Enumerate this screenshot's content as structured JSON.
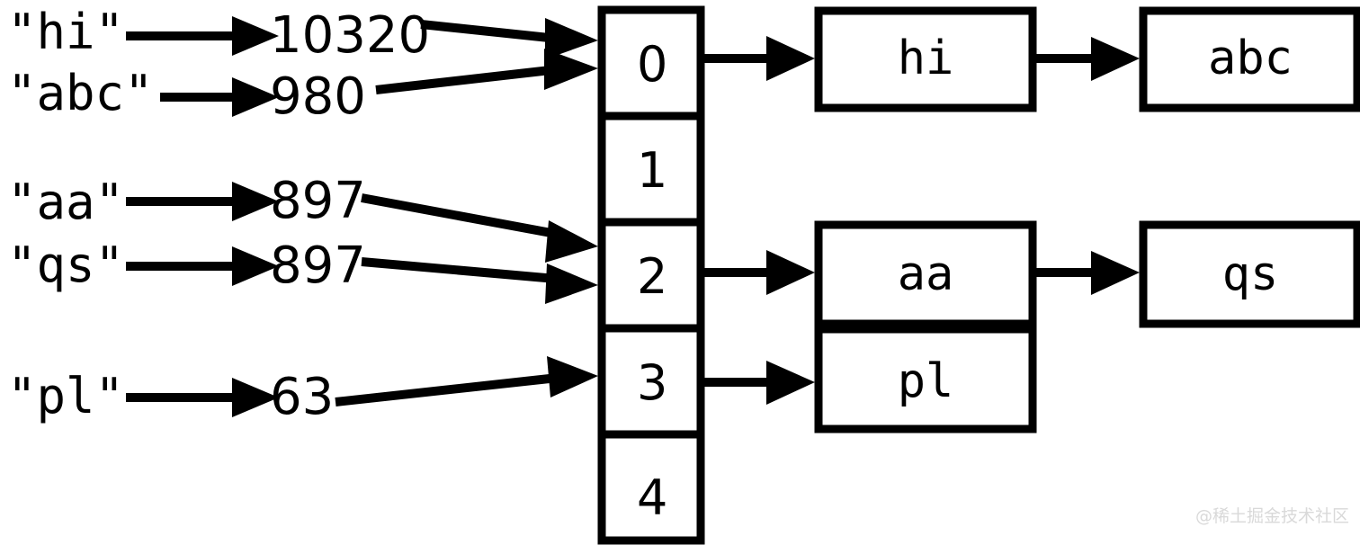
{
  "diagram": {
    "title": "hash-map-bucket-diagram",
    "colors": {
      "stroke": "#000000",
      "background": "#ffffff",
      "watermark": "#d9d9d9"
    },
    "keys": [
      {
        "label": "\"hi\"",
        "hash": "10320",
        "bucket": 0
      },
      {
        "label": "\"abc\"",
        "hash": "980",
        "bucket": 0
      },
      {
        "label": "\"aa\"",
        "hash": "897",
        "bucket": 2
      },
      {
        "label": "\"qs\"",
        "hash": "897",
        "bucket": 2
      },
      {
        "label": "\"pl\"",
        "hash": "63",
        "bucket": 3
      }
    ],
    "buckets": [
      {
        "index": "0"
      },
      {
        "index": "1"
      },
      {
        "index": "2"
      },
      {
        "index": "3"
      },
      {
        "index": "4"
      }
    ],
    "chains": [
      {
        "bucket": 0,
        "nodes": [
          "hi",
          "abc"
        ]
      },
      {
        "bucket": 2,
        "nodes": [
          "aa",
          "qs"
        ]
      },
      {
        "bucket": 3,
        "nodes": [
          "pl"
        ]
      }
    ],
    "nodes": {
      "hi": "hi",
      "abc": "abc",
      "aa": "aa",
      "qs": "qs",
      "pl": "pl"
    },
    "watermark": "@稀土掘金技术社区"
  }
}
